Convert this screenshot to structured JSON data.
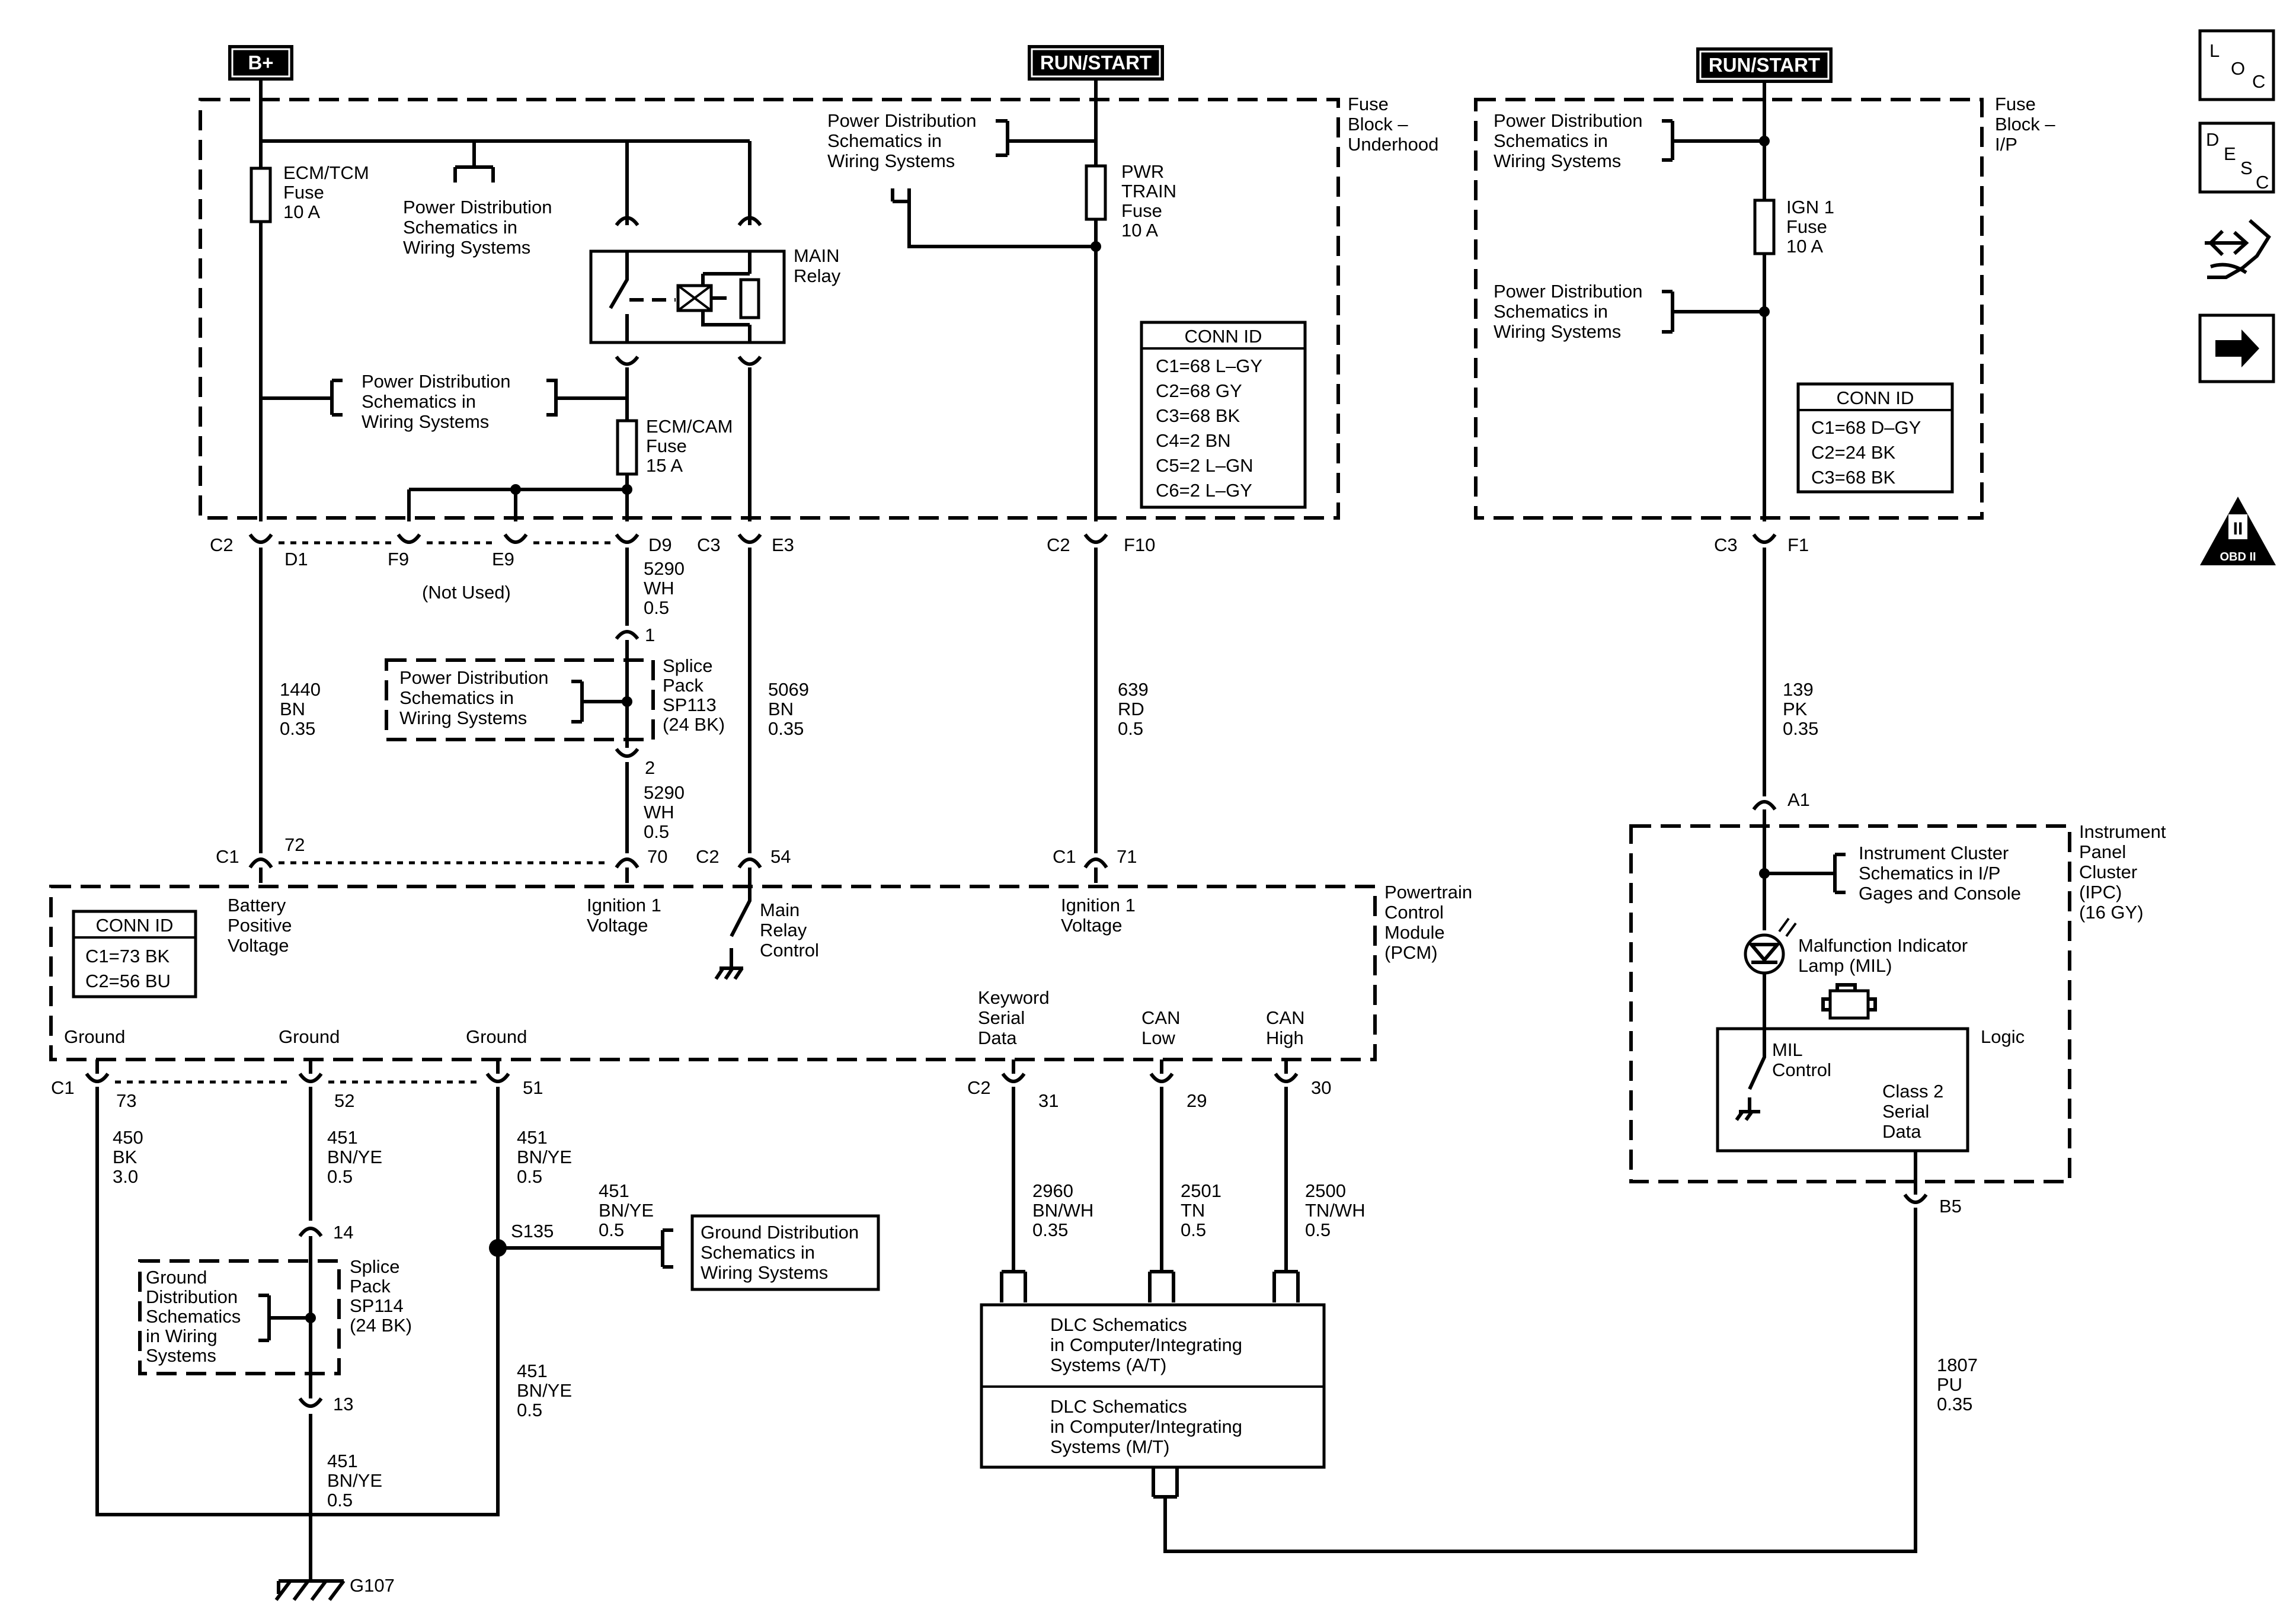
{
  "sources": {
    "b_plus": "B+",
    "run_start_1": "RUN/START",
    "run_start_2": "RUN/START"
  },
  "fuse_block_underhood": [
    "Fuse",
    "Block –",
    "Underhood"
  ],
  "fuse_block_ip": [
    "Fuse",
    "Block –",
    "I/P"
  ],
  "fuses": {
    "ecm_tcm": [
      "ECM/TCM",
      "Fuse",
      "10 A"
    ],
    "ecm_cam": [
      "ECM/CAM",
      "Fuse",
      "15 A"
    ],
    "pwr_train": [
      "PWR",
      "TRAIN",
      "Fuse",
      "10 A"
    ],
    "ign1": [
      "IGN 1",
      "Fuse",
      "10 A"
    ]
  },
  "main_relay": [
    "MAIN",
    "Relay"
  ],
  "power_dist": [
    "Power Distribution",
    "Schematics in",
    "Wiring Systems"
  ],
  "ground_dist": [
    "Ground Distribution",
    "Schematics in",
    "Wiring Systems"
  ],
  "ground_dist_sp114": [
    "Ground",
    "Distribution",
    "Schematics",
    "in Wiring",
    "Systems"
  ],
  "conn_underhood": {
    "title": "CONN ID",
    "rows": [
      "C1=68 L–GY",
      "C2=68 GY",
      "C3=68 BK",
      "C4=2 BN",
      "C5=2 L–GN",
      "C6=2 L–GY"
    ]
  },
  "conn_ip": {
    "title": "CONN ID",
    "rows": [
      "C1=68 D–GY",
      "C2=24 BK",
      "C3=68 BK"
    ]
  },
  "conn_pcm": {
    "title": "CONN ID",
    "rows": [
      "C1=73 BK",
      "C2=56 BU"
    ]
  },
  "connectors": {
    "c2": "C2",
    "c3": "C3",
    "c1": "C1",
    "d1": "D1",
    "f9": "F9",
    "e9": "E9",
    "d9": "D9",
    "e3": "E3",
    "f10": "F10",
    "f1": "F1",
    "not_used": "(Not Used)",
    "p72": "72",
    "p70": "70",
    "p54": "54",
    "p71": "71",
    "p73": "73",
    "p52": "52",
    "p51": "51",
    "p31": "31",
    "p29": "29",
    "p30": "30",
    "a1": "A1",
    "b5": "B5",
    "s1": "1",
    "s2": "2",
    "p14": "14",
    "p13": "13",
    "s135": "S135",
    "g107": "G107"
  },
  "wires": {
    "w5290a": [
      "5290",
      "WH",
      "0.5"
    ],
    "w5290b": [
      "5290",
      "WH",
      "0.5"
    ],
    "w1440": [
      "1440",
      "BN",
      "0.35"
    ],
    "w5069": [
      "5069",
      "BN",
      "0.35"
    ],
    "w639": [
      "639",
      "RD",
      "0.5"
    ],
    "w139": [
      "139",
      "PK",
      "0.35"
    ],
    "w450": [
      "450",
      "BK",
      "3.0"
    ],
    "w451a": [
      "451",
      "BN/YE",
      "0.5"
    ],
    "w451b": [
      "451",
      "BN/YE",
      "0.5"
    ],
    "w451c": [
      "451",
      "BN/YE",
      "0.5"
    ],
    "w451d": [
      "451",
      "BN/YE",
      "0.5"
    ],
    "w451e": [
      "451",
      "BN/YE",
      "0.5"
    ],
    "w2960": [
      "2960",
      "BN/WH",
      "0.35"
    ],
    "w2501": [
      "2501",
      "TN",
      "0.5"
    ],
    "w2500": [
      "2500",
      "TN/WH",
      "0.5"
    ],
    "w1807": [
      "1807",
      "PU",
      "0.35"
    ]
  },
  "splice_sp113": [
    "Splice",
    "Pack",
    "SP113",
    "(24 BK)"
  ],
  "splice_sp114": [
    "Splice",
    "Pack",
    "SP114",
    "(24 BK)"
  ],
  "pcm": {
    "title": [
      "Powertrain",
      "Control",
      "Module",
      "(PCM)"
    ],
    "battery": [
      "Battery",
      "Positive",
      "Voltage"
    ],
    "ign1_a": [
      "Ignition 1",
      "Voltage"
    ],
    "ign1_b": [
      "Ignition 1",
      "Voltage"
    ],
    "main_relay_ctrl": [
      "Main",
      "Relay",
      "Control"
    ],
    "ground": "Ground",
    "keyword": [
      "Keyword",
      "Serial",
      "Data"
    ],
    "can_low": [
      "CAN",
      "Low"
    ],
    "can_high": [
      "CAN",
      "High"
    ]
  },
  "ipc": {
    "title": [
      "Instrument",
      "Panel",
      "Cluster",
      "(IPC)",
      "(16 GY)"
    ],
    "inst_cluster": [
      "Instrument Cluster",
      "Schematics in I/P",
      "Gages and Console"
    ],
    "mil": [
      "Malfunction Indicator",
      "Lamp (MIL)"
    ],
    "logic": "Logic",
    "mil_control": [
      "MIL",
      "Control"
    ],
    "class2": [
      "Class 2",
      "Serial",
      "Data"
    ]
  },
  "dlc": {
    "at": [
      "DLC Schematics",
      "in Computer/Integrating",
      "Systems (A/T)"
    ],
    "mt": [
      "DLC Schematics",
      "in Computer/Integrating",
      "Systems (M/T)"
    ]
  },
  "side_icons": {
    "loc": [
      "L",
      "O",
      "C"
    ],
    "desc": [
      "D",
      "E",
      "S",
      "C"
    ],
    "obd": [
      "II",
      "OBD II"
    ],
    "names": [
      "loc-icon",
      "desc-icon",
      "wrench-arrows-icon",
      "arrow-right-icon",
      "obd-ii-icon"
    ]
  }
}
